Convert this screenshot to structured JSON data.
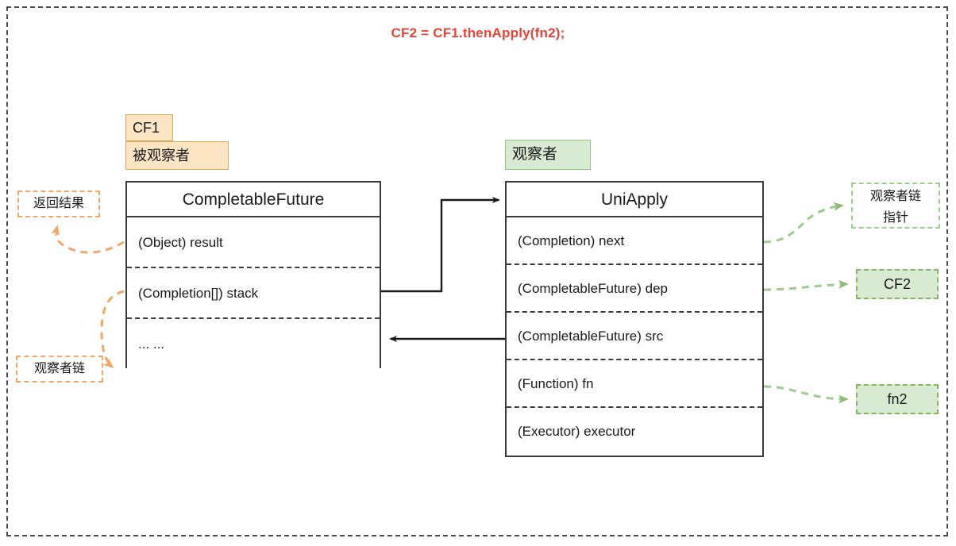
{
  "title": "CF2 = CF1.thenApply(fn2);",
  "colors": {
    "title_red": "#ea4335",
    "orange_fill": "#fbe5c3",
    "orange_border": "#d6a95b",
    "orange_arrow": "#f0a868",
    "green_fill": "#d9ead3",
    "green_border": "#93c47d",
    "green_arrow": "#9ccc8e",
    "box_border": "#3c3c3c",
    "frame_border": "#4d4d4d"
  },
  "left_class": {
    "tab_id": "CF1",
    "tab_role": "被观察者",
    "name": "CompletableFuture",
    "fields": [
      "(Object)  result",
      "(Completion[])  stack",
      "... ..."
    ]
  },
  "right_class": {
    "tab_role": "观察者",
    "name": "UniApply",
    "fields": [
      "(Completion)  next",
      "(CompletableFuture)  dep",
      "(CompletableFuture)  src",
      "(Function) fn",
      "(Executor) executor"
    ]
  },
  "annotations": {
    "return_result": "返回结果",
    "observer_chain": "观察者链",
    "observer_chain_pointer_line1": "观察者链",
    "observer_chain_pointer_line2": "指针",
    "cf2": "CF2",
    "fn2": "fn2"
  }
}
